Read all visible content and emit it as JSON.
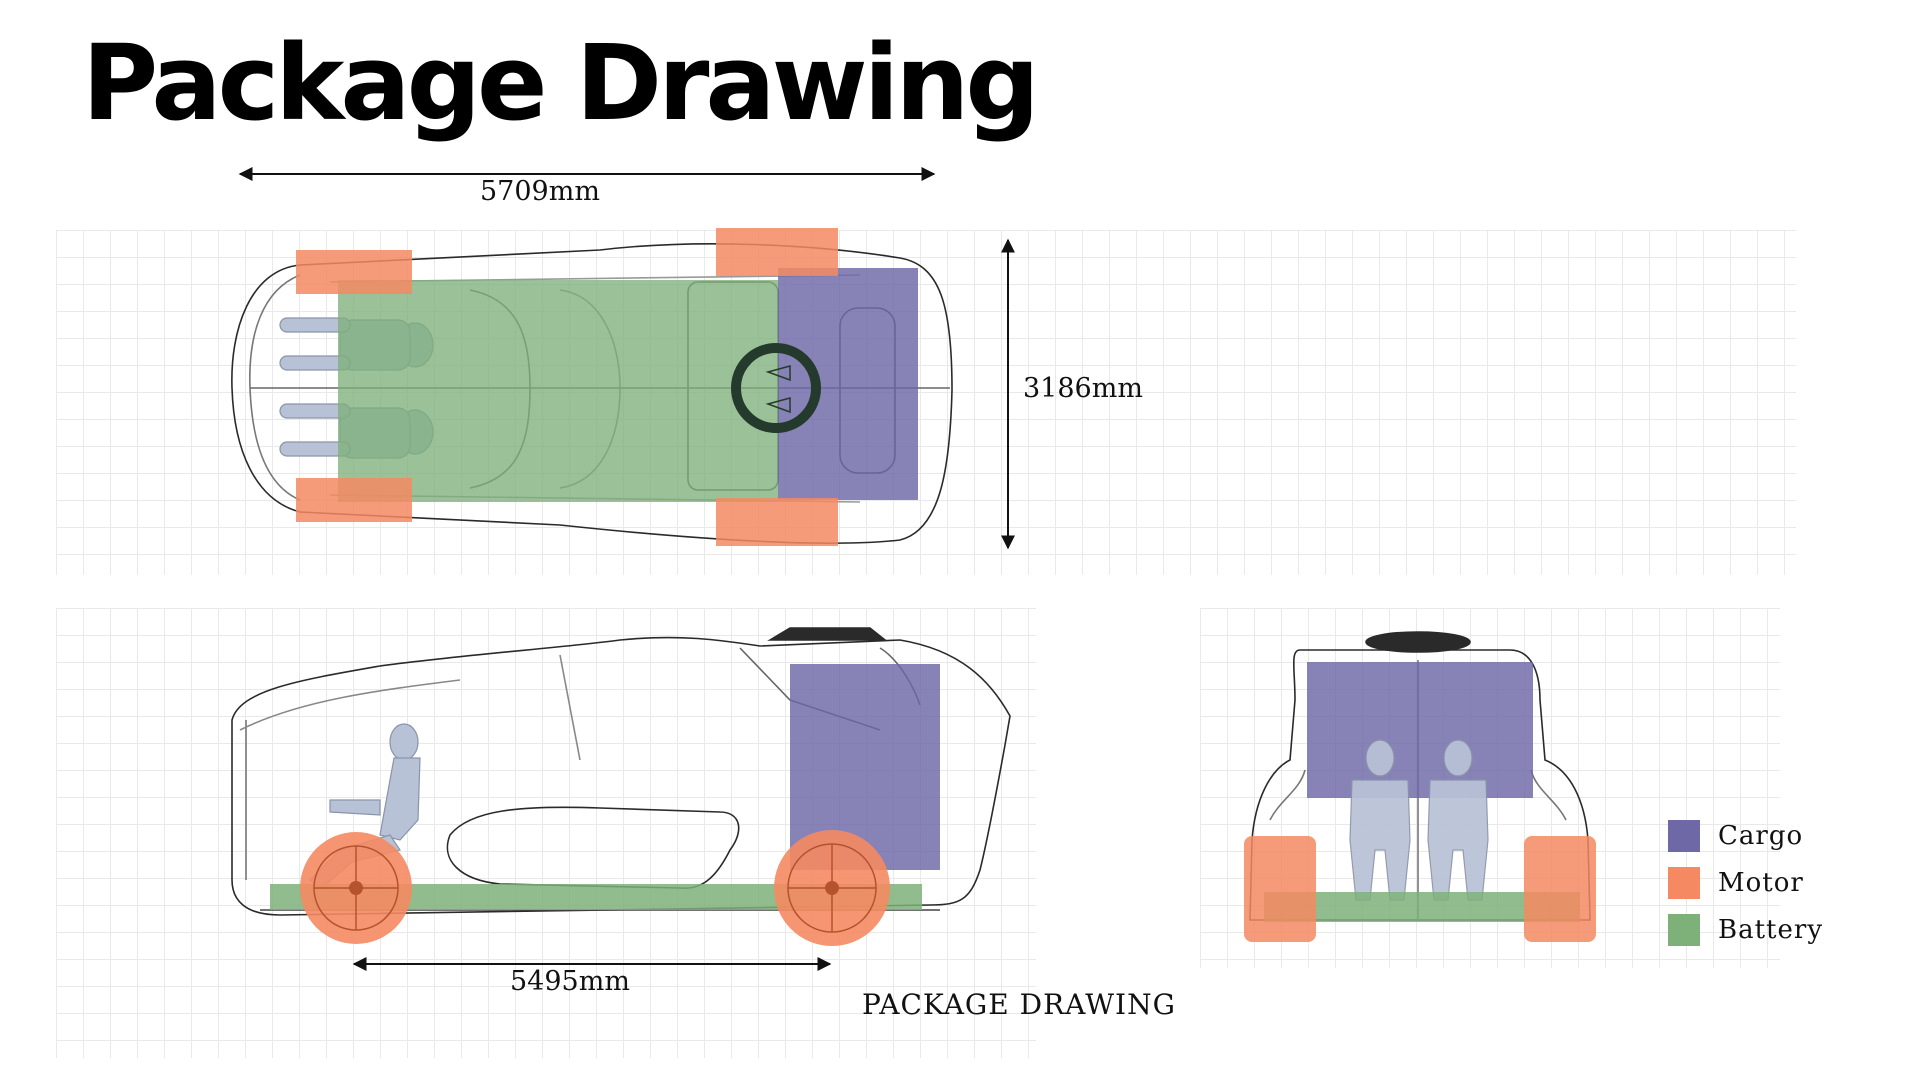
{
  "title": "Package Drawing",
  "dimensions": {
    "overall_length": "5709mm",
    "overall_width": "3186mm",
    "wheelbase": "5495mm"
  },
  "caption": "PACKAGE DRAWING",
  "legend": [
    {
      "label": "Cargo",
      "color": "#6e68a6"
    },
    {
      "label": "Motor",
      "color": "#f58a62"
    },
    {
      "label": "Battery",
      "color": "#7eb07a"
    }
  ]
}
